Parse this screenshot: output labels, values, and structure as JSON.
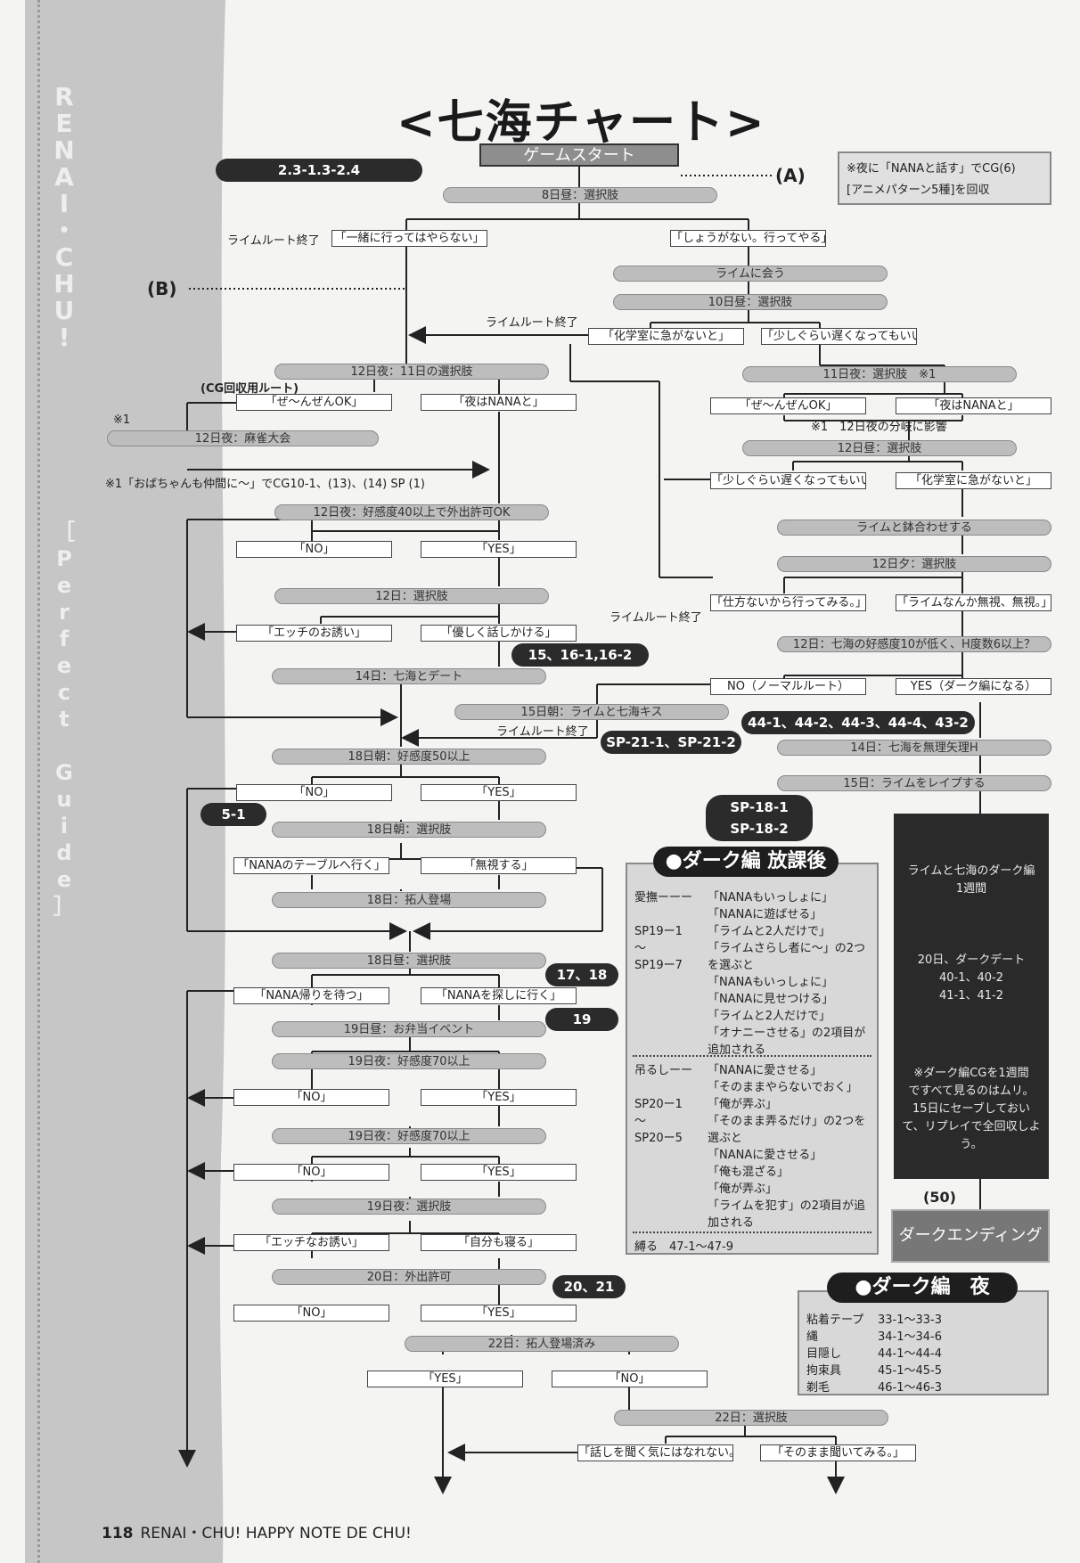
{
  "title": "<七海チャート>",
  "side_title": "RENAI・CHU!",
  "side_subtitle": "［Perfect Guide］",
  "start": "ゲームスタート",
  "label_a": "(A)",
  "label_b": "(B)",
  "info_box": {
    "line1": "※夜に「NANAと話す」でCG(6)",
    "line2": "[アニメパターン5種]を回収"
  },
  "badges": {
    "b1": "2.3-1.3-2.4",
    "b2": "15、16-1,16-2",
    "b3": "SP-21-1、SP-21-2",
    "b4": "44-1、44-2、44-3、44-4、43-2",
    "b5a": "SP-18-1",
    "b5b": "SP-18-2",
    "b6": "5-1",
    "b7": "17、18",
    "b8": "19",
    "b9": "20、21"
  },
  "nodes": {
    "n1": "8日昼：選択肢",
    "n2": "ライムに会う",
    "n3": "10日昼：選択肢",
    "n4": "12日夜：11日の選択肢",
    "n5": "11日夜：選択肢　※1",
    "n6": "12日夜：麻雀大会",
    "n7": "12日昼：選択肢",
    "n8": "12日夜：好感度40以上で外出許可OK",
    "n9": "ライムと鉢合わせする",
    "n10": "12日夕：選択肢",
    "n11": "12日：選択肢",
    "n12": "12日：七海の好感度10が低く、H度数6以上？",
    "n13": "14日：七海とデート",
    "n14": "15日朝：ライムと七海キス",
    "n15": "14日：七海を無理矢理H",
    "n16": "18日朝：好感度50以上",
    "n17": "15日：ライムをレイプする",
    "n18": "18日朝：選択肢",
    "n19": "18日：拓人登場",
    "n20": "18日昼：選択肢",
    "n21": "19日昼：お弁当イベント",
    "n22": "19日夜：好感度70以上",
    "n23": "19日夜：好感度70以上",
    "n24": "19日夜：選択肢",
    "n25": "20日：外出許可",
    "n26": "22日：拓人登場済み",
    "n27": "22日：選択肢"
  },
  "choices": {
    "c1": "「一緒に行ってはやらない」",
    "c2": "「しょうがない。行ってやる」",
    "c3": "「化学室に急がないと」",
    "c4": "「少しぐらい遅くなってもいいか」",
    "c5": "「ぜ～んぜんOK」",
    "c6": "「夜はNANAと」",
    "c7": "「ぜ～んぜんOK」",
    "c8": "「夜はNANAと」",
    "c9": "「少しぐらい遅くなってもいいか」",
    "c10": "「化学室に急がないと」",
    "c11": "「NO」",
    "c12": "「YES」",
    "c13": "「仕方ないから行ってみる。」",
    "c14": "「ライムなんか無視、無視。」",
    "c15": "「エッチのお誘い」",
    "c16": "「優しく話しかける」",
    "c17": "NO（ノーマルルート）",
    "c18": "YES（ダーク編になる）",
    "c19": "「NO」",
    "c20": "「YES」",
    "c21": "「NANAのテーブルへ行く」",
    "c22": "「無視する」",
    "c23": "「NANA帰りを待つ」",
    "c24": "「NANAを探しに行く」",
    "c25": "「NO」",
    "c26": "「YES」",
    "c27": "「NO」",
    "c28": "「YES」",
    "c29": "「エッチなお誘い」",
    "c30": "「自分も寝る」",
    "c31": "「NO」",
    "c32": "「YES」",
    "c33": "「YES」",
    "c34": "「NO」",
    "c35": "「話しを聞く気にはなれない。」",
    "c36": "「そのまま聞いてみる。」"
  },
  "notes": {
    "t1": "ライムルート終了",
    "t2": "ライムルート終了",
    "t3": "(CG回収用ルート)",
    "t4": "※1",
    "t5": "※1　12日夜の分岐に影響",
    "t6": "※1「おばちゃんも仲間に～」でCG10-1、(13)、(14) SP (1)",
    "t7": "ライムルート終了",
    "t8": "ライムルート終了"
  },
  "dark_after": {
    "title": "●ダーク編 放課後",
    "rows": [
      {
        "left": "愛撫ーーー",
        "right": "「NANAもいっしょに」"
      },
      {
        "left": "",
        "right": "「NANAに遊ばせる」"
      },
      {
        "left": "SP19ー1",
        "right": "「ライムと2人だけで」"
      },
      {
        "left": "～",
        "right": "「ライムさらし者に～」の2つ"
      },
      {
        "left": "SP19ー7",
        "right": "を選ぶと"
      },
      {
        "left": "",
        "right": "「NANAもいっしょに」"
      },
      {
        "left": "",
        "right": "「NANAに見せつける」"
      },
      {
        "left": "",
        "right": "「ライムと2人だけで」"
      },
      {
        "left": "",
        "right": "「オナニーさせる」の2項目が"
      },
      {
        "left": "",
        "right": "追加される"
      },
      {
        "left": "吊るしーー",
        "right": "「NANAに愛させる」"
      },
      {
        "left": "",
        "right": "「そのままやらないでおく」"
      },
      {
        "left": "SP20ー1",
        "right": "「俺が弄ぶ」"
      },
      {
        "left": "～",
        "right": "「そのまま弄るだけ」の2つを"
      },
      {
        "left": "SP20ー5",
        "right": "選ぶと"
      },
      {
        "left": "",
        "right": "「NANAに愛させる」"
      },
      {
        "left": "",
        "right": "「俺も混ざる」"
      },
      {
        "left": "",
        "right": "「俺が弄ぶ」"
      },
      {
        "left": "",
        "right": "「ライムを犯す」の2項目が追"
      },
      {
        "left": "",
        "right": "加される"
      }
    ],
    "footer": "縛る　47-1～47-9"
  },
  "dark_box": {
    "l1": "ライムと七海のダーク編",
    "l2": "1週間",
    "l3": "20日、ダークデート",
    "l4": "40-1、40-2",
    "l5": "41-1、41-2",
    "l6": "※ダーク編CGを1週間",
    "l7": "ですべて見るのはムリ。",
    "l8": "15日にセーブしておい",
    "l9": "て、リプレイで全回収しよ",
    "l10": "う。"
  },
  "dark_end_num": "(50)",
  "dark_end": "ダークエンディング",
  "dark_night": {
    "title": "●ダーク編　夜",
    "rows": [
      {
        "left": "粘着テープ",
        "right": "33-1～33-3"
      },
      {
        "left": "縄",
        "right": "34-1～34-6"
      },
      {
        "left": "目隠し",
        "right": "44-1～44-4"
      },
      {
        "left": "拘束具",
        "right": "45-1～45-5"
      },
      {
        "left": "剃毛",
        "right": "46-1～46-3"
      }
    ]
  },
  "footer": {
    "page": "118",
    "text": "RENAI・CHU! HAPPY NOTE DE CHU!"
  }
}
